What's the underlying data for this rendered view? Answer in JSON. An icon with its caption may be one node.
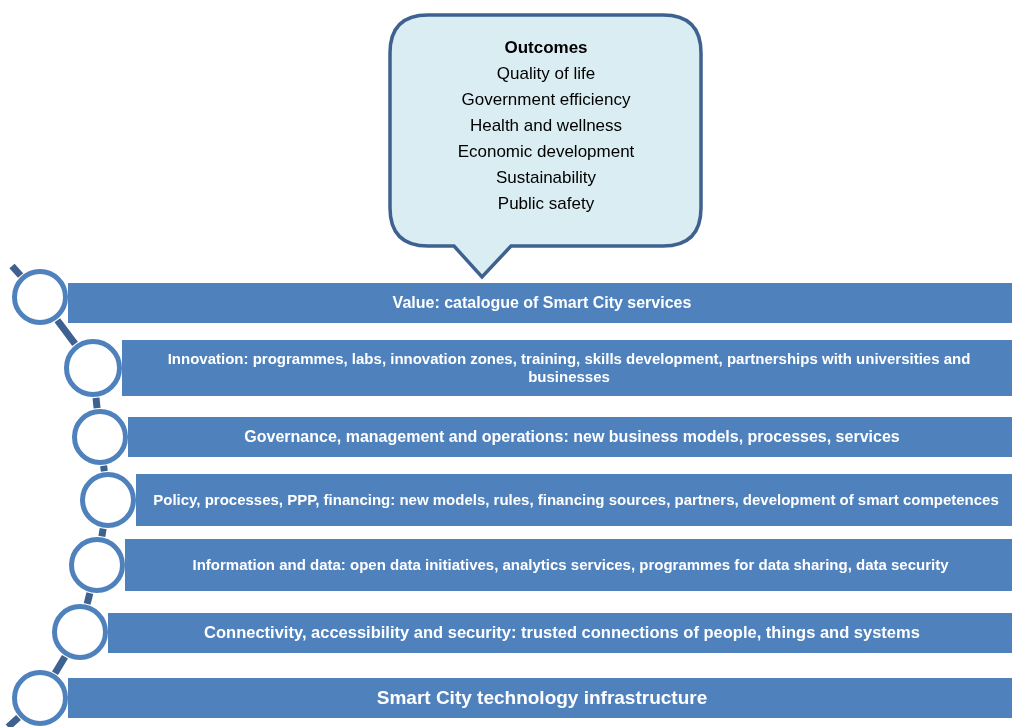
{
  "diagram": {
    "nodes": [
      {
        "text": [
          "Outcomes",
          "Quality of life",
          "Government efficiency",
          "Health and wellness",
          "Economic development",
          "Sustainability",
          "Public safety"
        ]
      },
      {
        "text": [
          "Value: catalogue of Smart City services"
        ]
      },
      {
        "text": [
          "Innovation: programmes, labs, innovation zones, training, skills development, partnerships with universities and businesses"
        ]
      },
      {
        "text": [
          "Governance, management and operations: new business models, processes, services"
        ]
      },
      {
        "text": [
          "Policy, processes, PPP, financing:  new models, rules, financing sources, partners, development of smart competences"
        ]
      },
      {
        "text": [
          "Information and data: open data initiatives, analytics services, programmes for data sharing, data security"
        ]
      },
      {
        "text": [
          "Connectivity, accessibility and security: trusted connections of people, things and systems"
        ]
      },
      {
        "text": [
          "Smart City technology infrastructure"
        ]
      },
      {
        "text": [],
        "shape": "circle"
      },
      {
        "text": [],
        "shape": "circle"
      },
      {
        "text": [],
        "shape": "circle"
      },
      {
        "text": [],
        "shape": "circle"
      },
      {
        "text": [],
        "shape": "circle"
      },
      {
        "text": [],
        "shape": "circle"
      },
      {
        "text": [],
        "shape": "circle"
      }
    ],
    "edges": [
      {
        "from": null,
        "to": 8,
        "arrow": "none"
      },
      {
        "from": 8,
        "to": 9,
        "arrow": "none"
      },
      {
        "from": 9,
        "to": 10,
        "arrow": "none"
      },
      {
        "from": 10,
        "to": 11,
        "arrow": "none"
      },
      {
        "from": 11,
        "to": 12,
        "arrow": "none"
      },
      {
        "from": 12,
        "to": 13,
        "arrow": "none"
      },
      {
        "from": 13,
        "to": 14,
        "arrow": "none"
      },
      {
        "from": 14,
        "to": null,
        "arrow": "none"
      }
    ]
  }
}
